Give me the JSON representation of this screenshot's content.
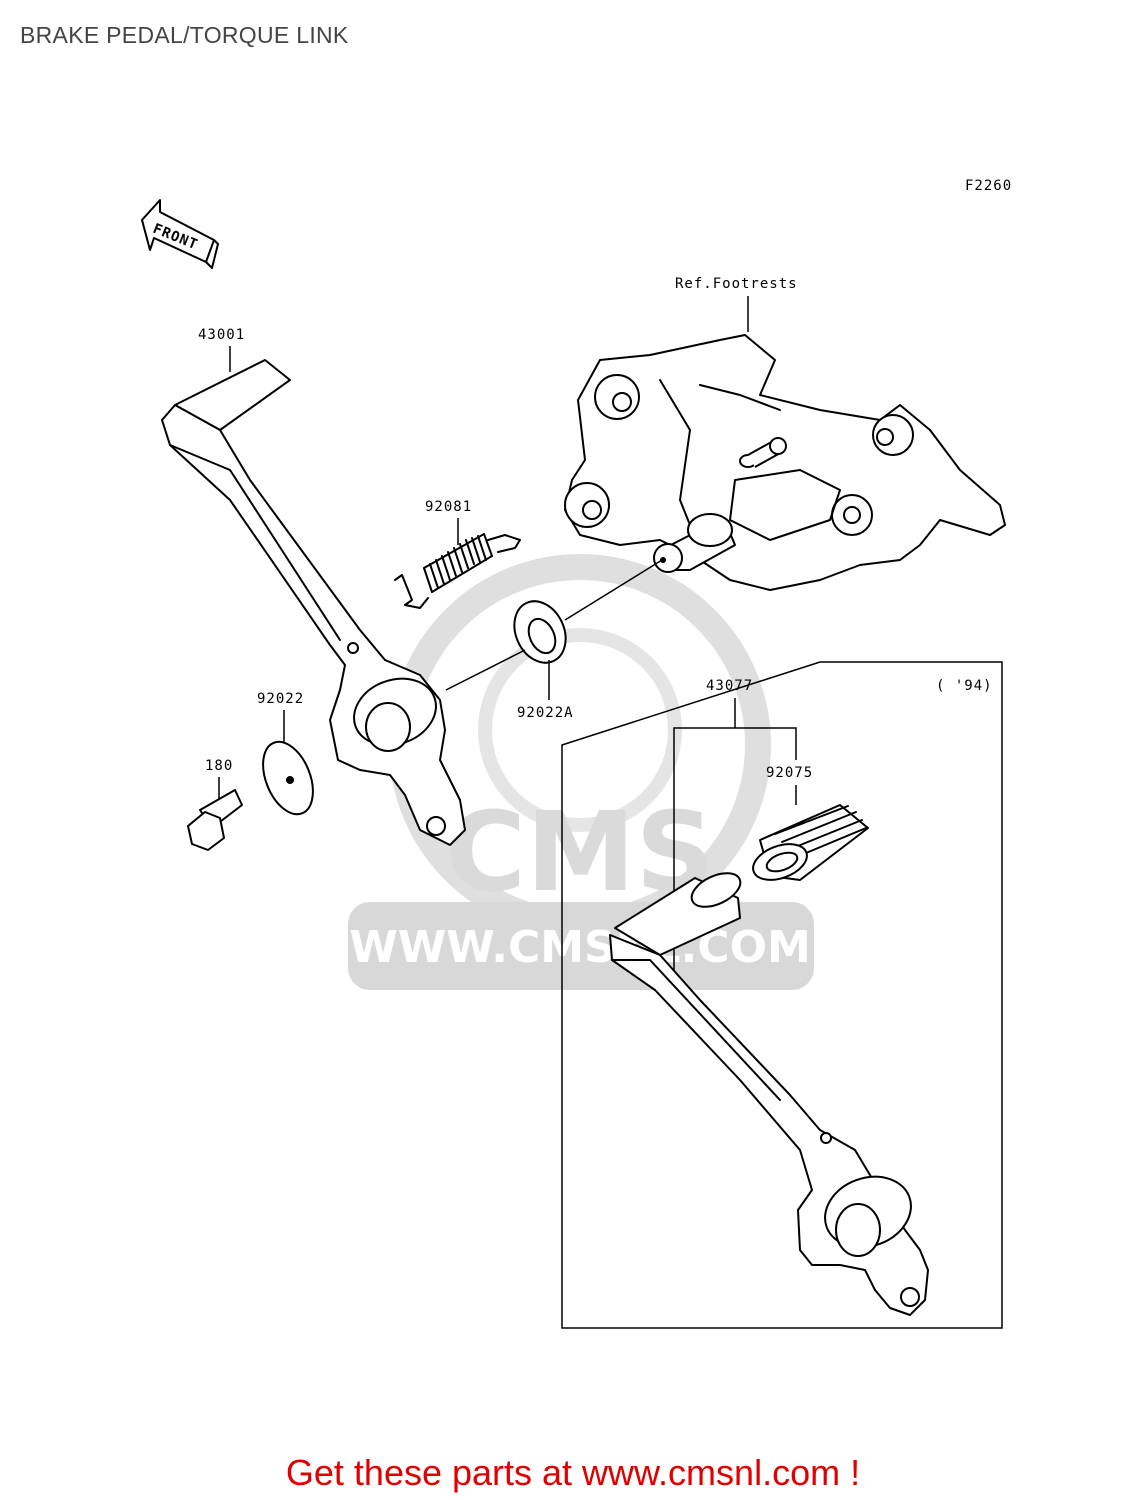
{
  "page": {
    "title": "BRAKE PEDAL/TORQUE LINK",
    "footer_cta": "Get these parts at www.cmsnl.com !"
  },
  "diagram": {
    "code": "F2260",
    "front_label": "FRONT",
    "reference": "Ref.Footrests",
    "parts": [
      {
        "id": "43001"
      },
      {
        "id": "92081"
      },
      {
        "id": "92022"
      },
      {
        "id": "92022A"
      },
      {
        "id": "180"
      },
      {
        "id": "43077"
      },
      {
        "id": "92075"
      }
    ],
    "variant_note": "( '94)"
  },
  "watermark": {
    "brand": "CMS",
    "url": "WWW.CMSNL.COM"
  },
  "colors": {
    "cta": "#e00000",
    "watermark": "#d9d9d9",
    "line": "#000000"
  }
}
